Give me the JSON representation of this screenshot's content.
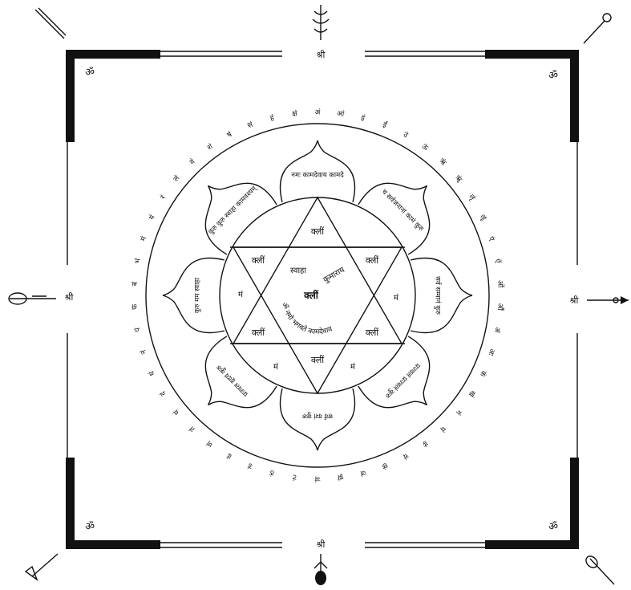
{
  "colors": {
    "ink": "#111111",
    "paper": "#ffffff"
  },
  "outer_ring_syllables": [
    "अं",
    "आं",
    "इं",
    "ईं",
    "उं",
    "ऊं",
    "ऋं",
    "ॠं",
    "लृं",
    "ॡं",
    "एं",
    "ऐं",
    "ओं",
    "औं",
    "अं",
    "अः",
    "कं",
    "खं",
    "गं",
    "घं",
    "ङं",
    "चं",
    "छं",
    "जं",
    "झं",
    "ञं",
    "टं",
    "ठं",
    "डं",
    "ढं",
    "णं",
    "तं",
    "थं",
    "दं",
    "धं",
    "नं",
    "पं",
    "फं",
    "बं",
    "भं",
    "मं",
    "यं",
    "रं",
    "लं",
    "वं",
    "शं",
    "षं",
    "सं",
    "हं",
    "क्षं"
  ],
  "petals": [
    {
      "text": "नमः कामदेवाय कामदे"
    },
    {
      "text": "च सर्वजनानां कामं कुरु"
    },
    {
      "text": "सर्व सम्मानं कुरु"
    },
    {
      "text": "प्रज्वलं प्रज्वलं कुरु"
    },
    {
      "text": "सर्व वशं कुरु"
    },
    {
      "text": "प्रज्वल हृदयं कुरु"
    },
    {
      "text": "कुरु मम स्वाहा"
    },
    {
      "text": "कुरु कुरु स्वाहा कामवश्यम्"
    }
  ],
  "hexagram_points": [
    "क्लीं",
    "क्लीं",
    "क्लीं",
    "क्लीं",
    "क्लीं",
    "क्लीं"
  ],
  "inner_ring_text": "ॐ नमो भगवते कामदेवाय",
  "center": {
    "bija": "क्लीं",
    "left_text": "स्वाहा",
    "right_text": "कुमाराय"
  },
  "side_syllables": {
    "left": "मं",
    "right": "मं",
    "bottom_left": "मं",
    "bottom_right": "मं"
  },
  "gate_marks": {
    "top": "श्री",
    "bottom": "श्री",
    "left": "श्री",
    "right": "श्री"
  },
  "corner_marks": [
    "ॐ",
    "ॐ",
    "ॐ",
    "ॐ"
  ]
}
